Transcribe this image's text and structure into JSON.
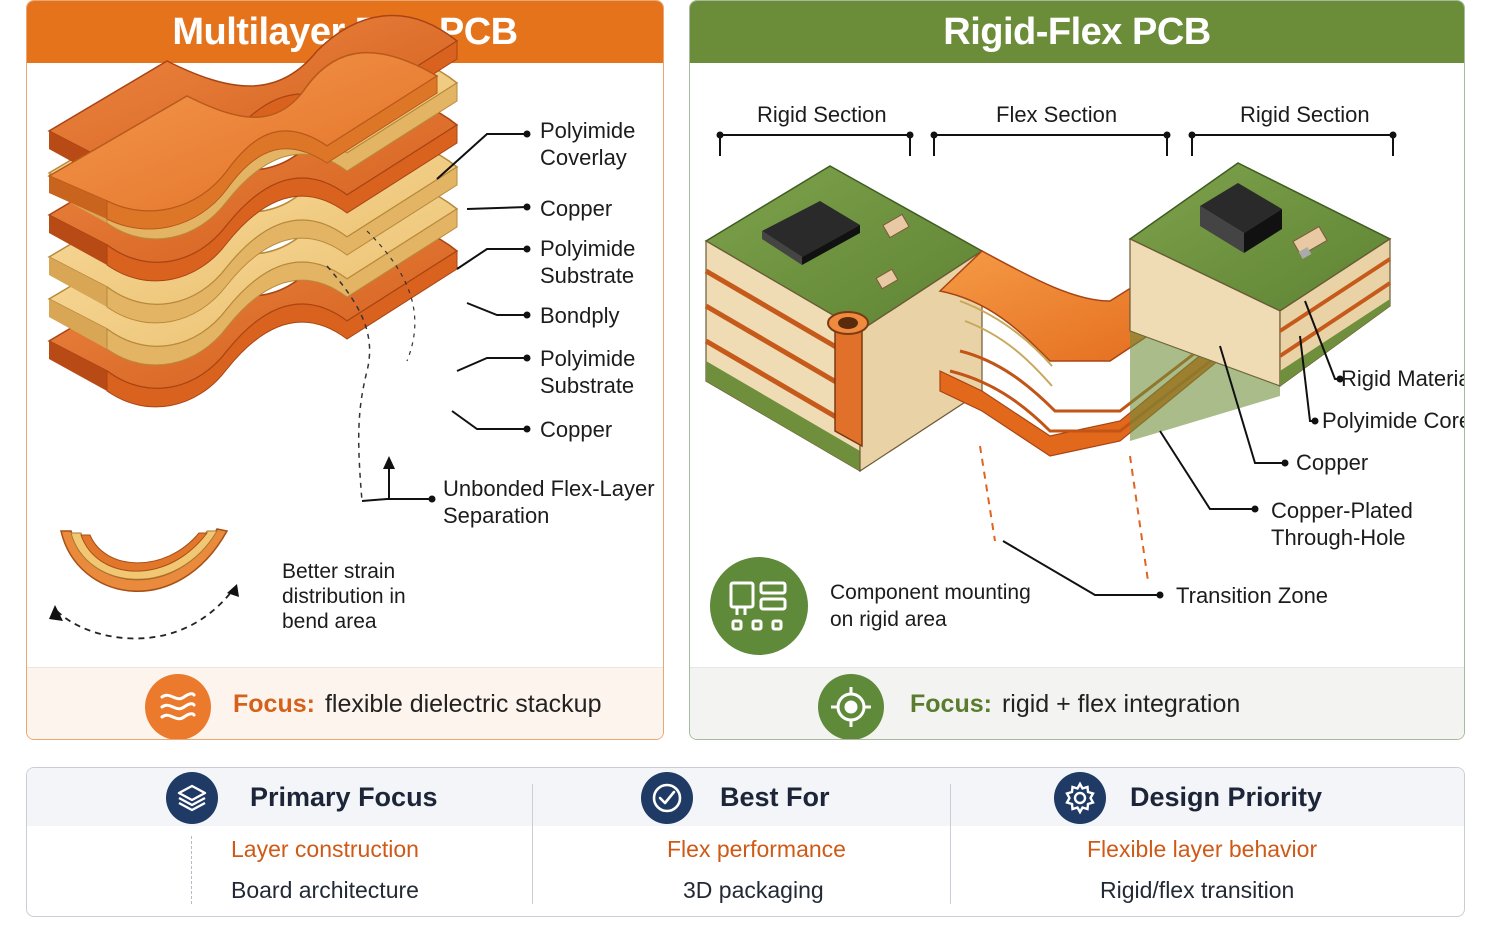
{
  "flex_panel": {
    "title": "Multilayer Flex PCB",
    "layers": [
      {
        "line1": "Polyimide",
        "line2": "Coverlay"
      },
      {
        "line1": "Copper",
        "line2": ""
      },
      {
        "line1": "Polyimide",
        "line2": "Substrate"
      },
      {
        "line1": "Bondply",
        "line2": ""
      },
      {
        "line1": "Polyimide",
        "line2": "Substrate"
      },
      {
        "line1": "Copper",
        "line2": ""
      }
    ],
    "separation": {
      "line1": "Unbonded Flex-Layer",
      "line2": "Separation"
    },
    "strain": {
      "line1": "Better strain",
      "line2": "distribution in",
      "line3": "bend area"
    },
    "focus_label": "Focus:",
    "focus_value": "flexible dielectric stackup",
    "icons": {
      "focus": "waves-icon"
    },
    "colors": {
      "header": "#e4731c",
      "accent": "#d5621a"
    }
  },
  "rigid_panel": {
    "title": "Rigid-Flex PCB",
    "sections": [
      "Rigid Section",
      "Flex Section",
      "Rigid Section"
    ],
    "callouts": {
      "rigid_material": "Rigid Material",
      "polyimide_core": "Polyimide Core",
      "copper": "Copper",
      "pth_line1": "Copper-Plated",
      "pth_line2": "Through-Hole",
      "transition": "Transition Zone"
    },
    "component": {
      "line1": "Component mounting",
      "line2": "on rigid area"
    },
    "focus_label": "Focus:",
    "focus_value": "rigid + flex integration",
    "icons": {
      "component": "circuit-board-icon",
      "focus": "target-icon"
    },
    "colors": {
      "header": "#6b8d3a",
      "accent": "#5a7c2f"
    }
  },
  "summary": [
    {
      "title": "Primary Focus",
      "row1": "Layer construction",
      "row2": "Board architecture",
      "icon": "layers-icon"
    },
    {
      "title": "Best For",
      "row1": "Flex performance",
      "row2": "3D packaging",
      "icon": "check-circle-icon"
    },
    {
      "title": "Design Priority",
      "row1": "Flexible layer behavior",
      "row2": "Rigid/flex transition",
      "icon": "gear-icon"
    }
  ]
}
